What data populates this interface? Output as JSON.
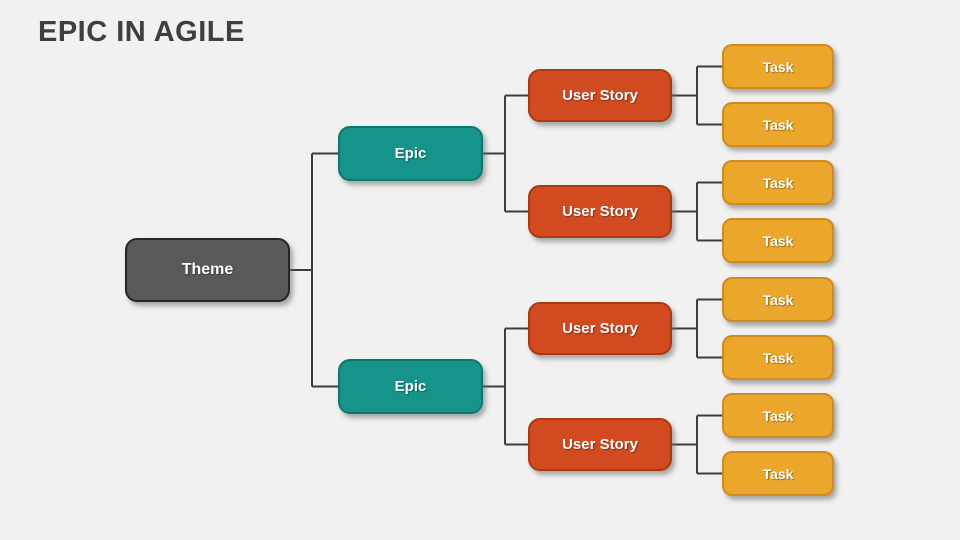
{
  "title": "EPIC IN AGILE",
  "colors": {
    "background": "#f1f1f1",
    "connector": "#3d3d3d",
    "title_text": "#3f3f3f",
    "theme_fill": "#595959",
    "theme_border": "#262626",
    "epic_fill": "#16948a",
    "epic_border": "#0a7870",
    "story_fill": "#d14a20",
    "story_border": "#a93a15",
    "task_fill": "#eaa72b",
    "task_border": "#cf8b1f",
    "label_text": "#ffffff"
  },
  "tree": {
    "theme": {
      "label": "Theme"
    },
    "epics": [
      {
        "label": "Epic",
        "user_stories": [
          {
            "label": "User Story",
            "tasks": [
              {
                "label": "Task"
              },
              {
                "label": "Task"
              }
            ]
          },
          {
            "label": "User Story",
            "tasks": [
              {
                "label": "Task"
              },
              {
                "label": "Task"
              }
            ]
          }
        ]
      },
      {
        "label": "Epic",
        "user_stories": [
          {
            "label": "User Story",
            "tasks": [
              {
                "label": "Task"
              },
              {
                "label": "Task"
              }
            ]
          },
          {
            "label": "User Story",
            "tasks": [
              {
                "label": "Task"
              },
              {
                "label": "Task"
              }
            ]
          }
        ]
      }
    ]
  }
}
